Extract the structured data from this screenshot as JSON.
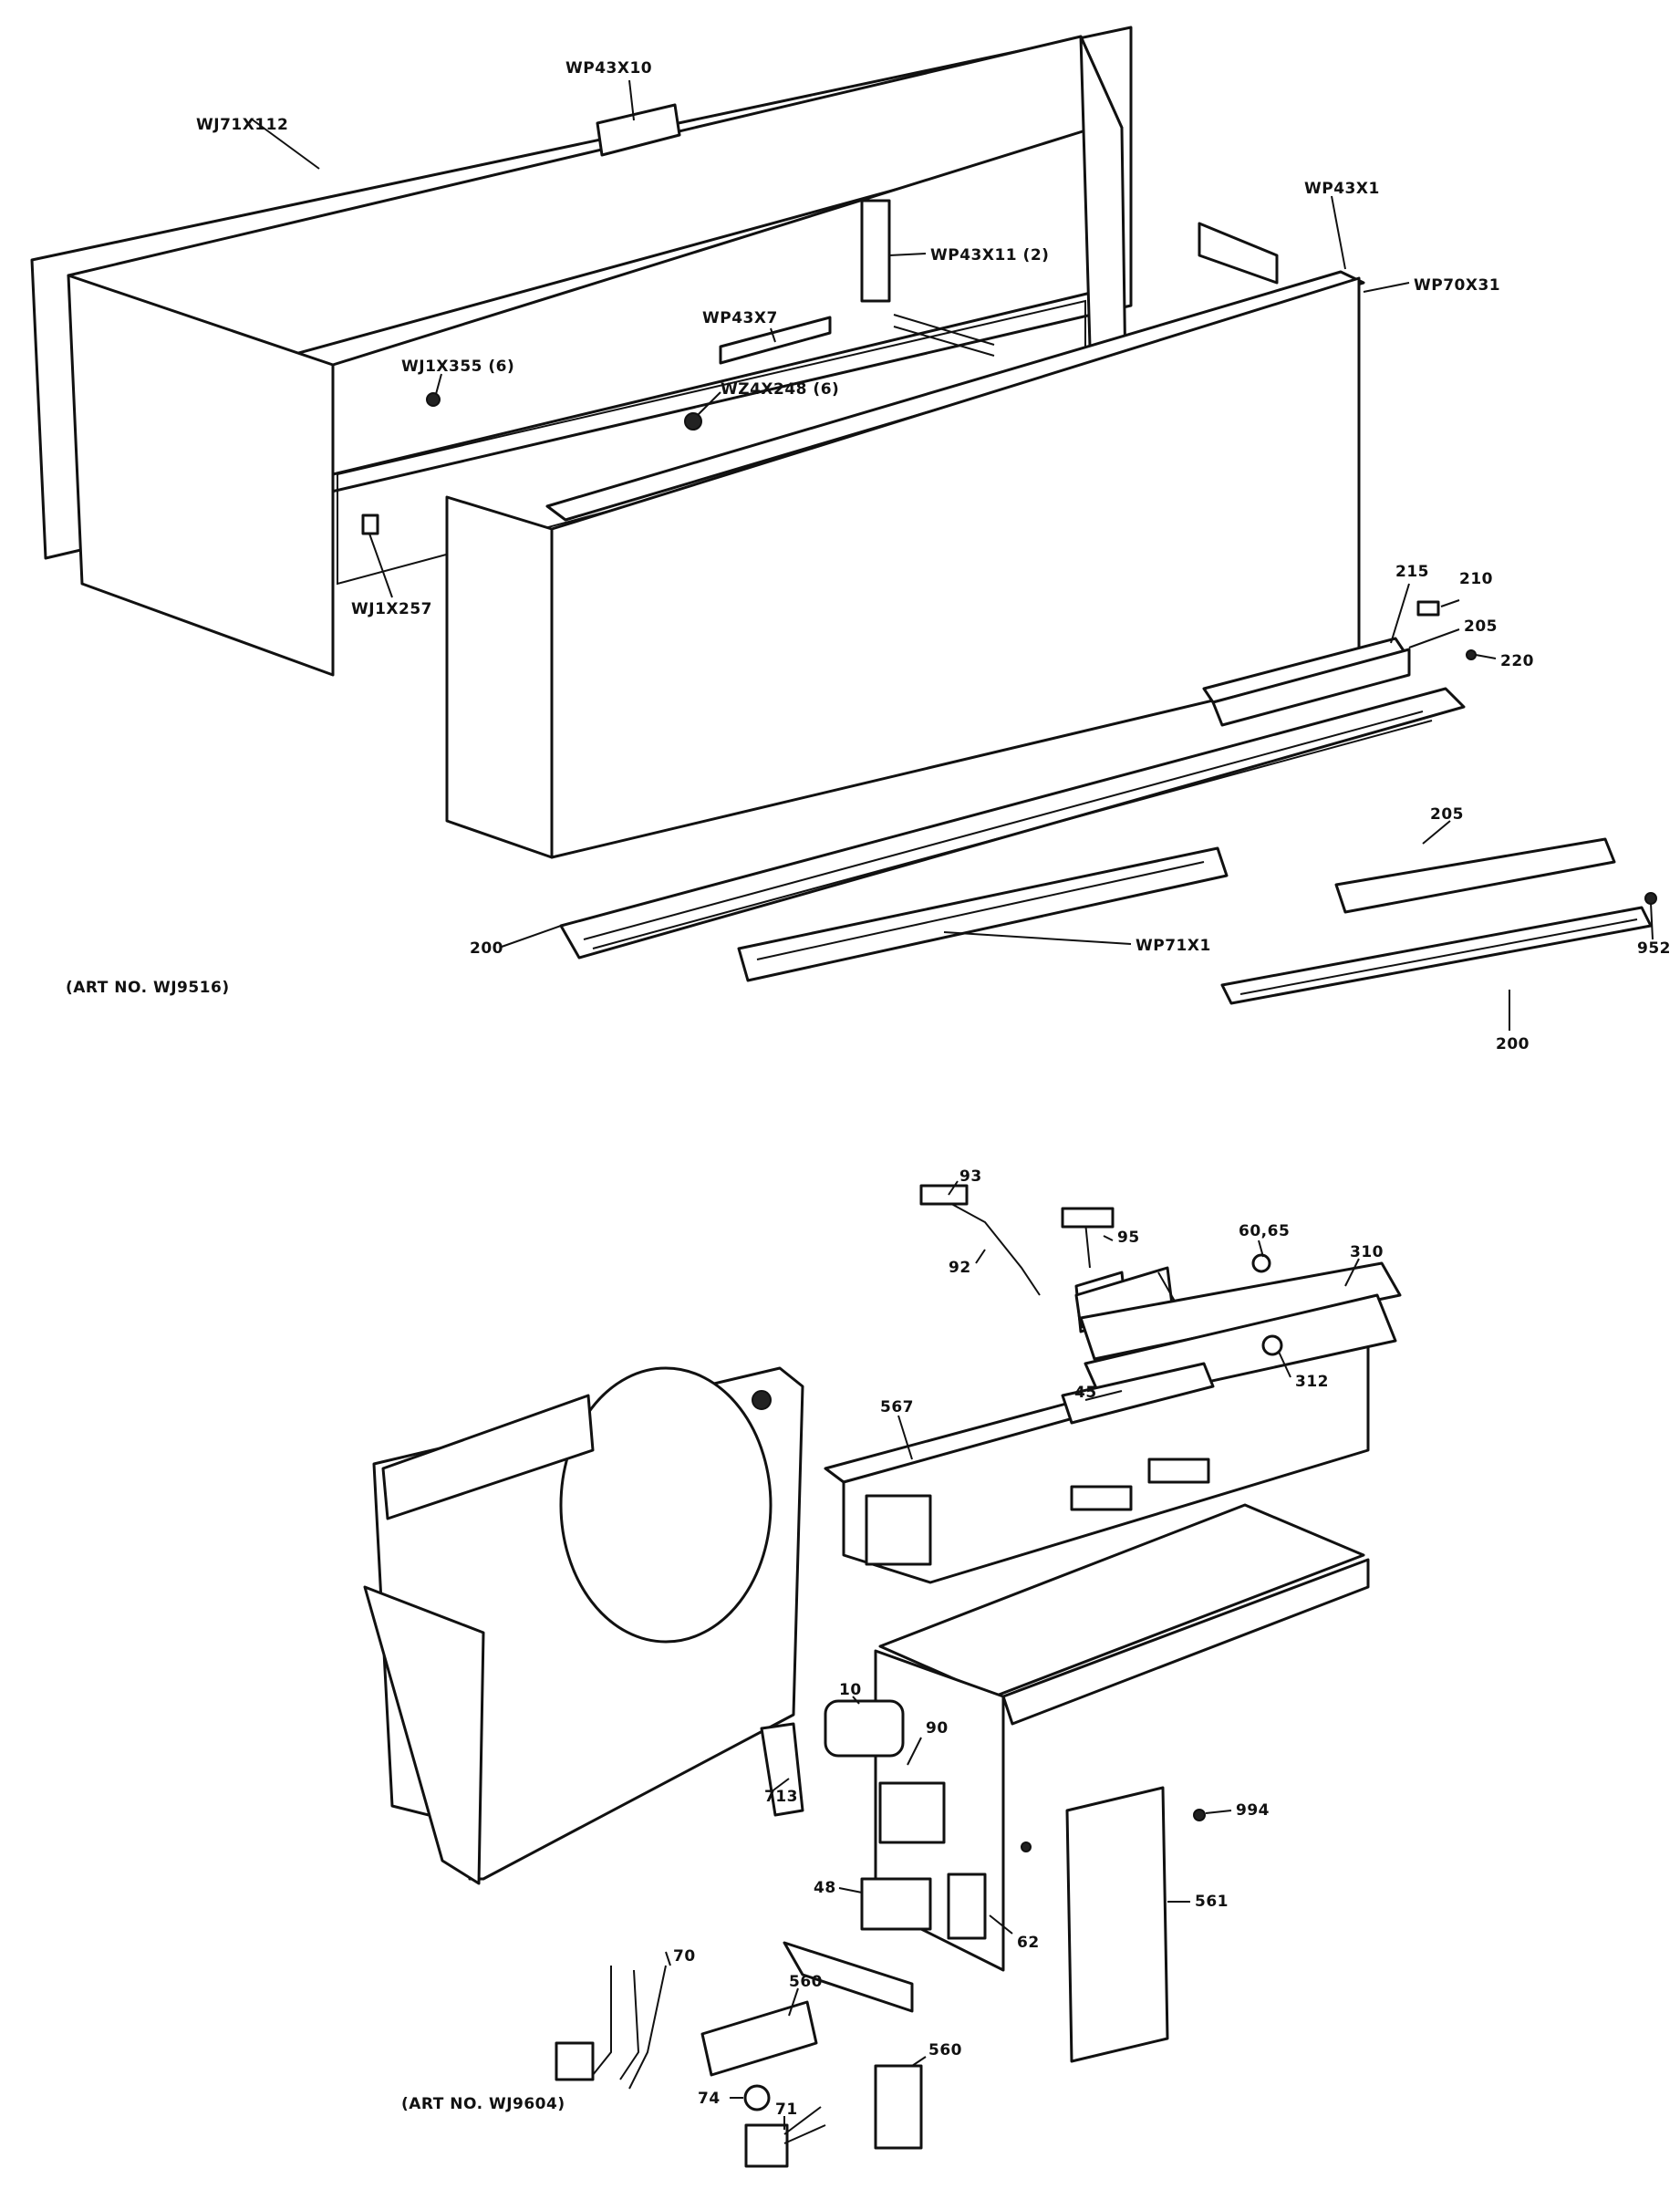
{
  "labels": {
    "wp43x10": "WP43X10",
    "wj71x112": "WJ71X112",
    "wp43x1": "WP43X1",
    "wp43x11": "WP43X11 (2)",
    "wp70x31": "WP70X31",
    "wp43x7": "WP43X7",
    "wj1x355": "WJ1X355 (6)",
    "wz4x248": "WZ4X248 (6)",
    "wj1x257": "WJ1X257",
    "p215": "215",
    "p210": "210",
    "p205a": "205",
    "p220": "220",
    "p205b": "205",
    "p200a": "200",
    "wp71x1": "WP71X1",
    "p952": "952",
    "p200b": "200",
    "p93": "93",
    "p95": "95",
    "p92": "92",
    "p60_65": "60,65",
    "p310": "310",
    "p312": "312",
    "p45": "45",
    "p567": "567",
    "p10": "10",
    "p90": "90",
    "p713": "713",
    "p994": "994",
    "p48": "48",
    "p62": "62",
    "p561": "561",
    "p70": "70",
    "p560a": "560",
    "p560b": "560",
    "p74": "74",
    "p71": "71"
  },
  "art_numbers": {
    "top": "(ART NO. WJ9516)",
    "bottom": "(ART NO. WJ9604)"
  }
}
